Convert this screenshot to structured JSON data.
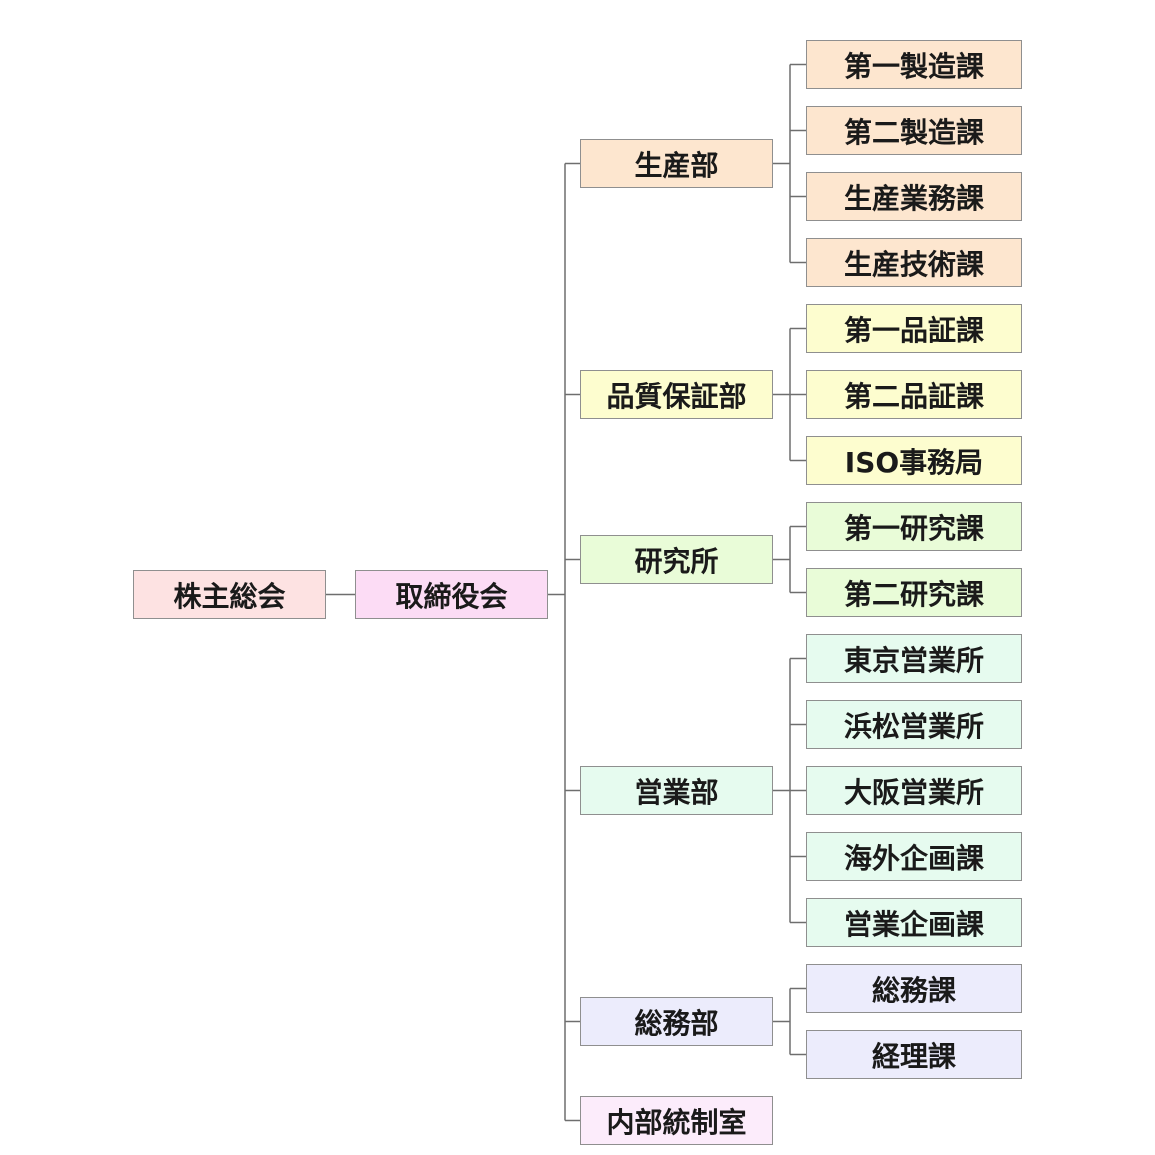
{
  "colors": {
    "shareholders": "#fde2e2",
    "board": "#fcdcf5",
    "production": "#fde6cf",
    "quality": "#fdfdcf",
    "research": "#e9fcd8",
    "sales": "#e6fbef",
    "general": "#ececfc",
    "audit": "#fcecfb",
    "line": "#6e6e6e",
    "border": "#8f8f8f"
  },
  "org": {
    "shareholders": "株主総会",
    "board": "取締役会",
    "departments": [
      {
        "label": "生産部",
        "color_key": "production",
        "sections": [
          "第一製造課",
          "第二製造課",
          "生産業務課",
          "生産技術課"
        ]
      },
      {
        "label": "品質保証部",
        "color_key": "quality",
        "sections": [
          "第一品証課",
          "第二品証課",
          "ISO事務局"
        ]
      },
      {
        "label": "研究所",
        "color_key": "research",
        "sections": [
          "第一研究課",
          "第二研究課"
        ]
      },
      {
        "label": "営業部",
        "color_key": "sales",
        "sections": [
          "東京営業所",
          "浜松営業所",
          "大阪営業所",
          "海外企画課",
          "営業企画課"
        ]
      },
      {
        "label": "総務部",
        "color_key": "general",
        "sections": [
          "総務課",
          "経理課"
        ]
      },
      {
        "label": "内部統制室",
        "color_key": "audit",
        "sections": []
      }
    ]
  }
}
